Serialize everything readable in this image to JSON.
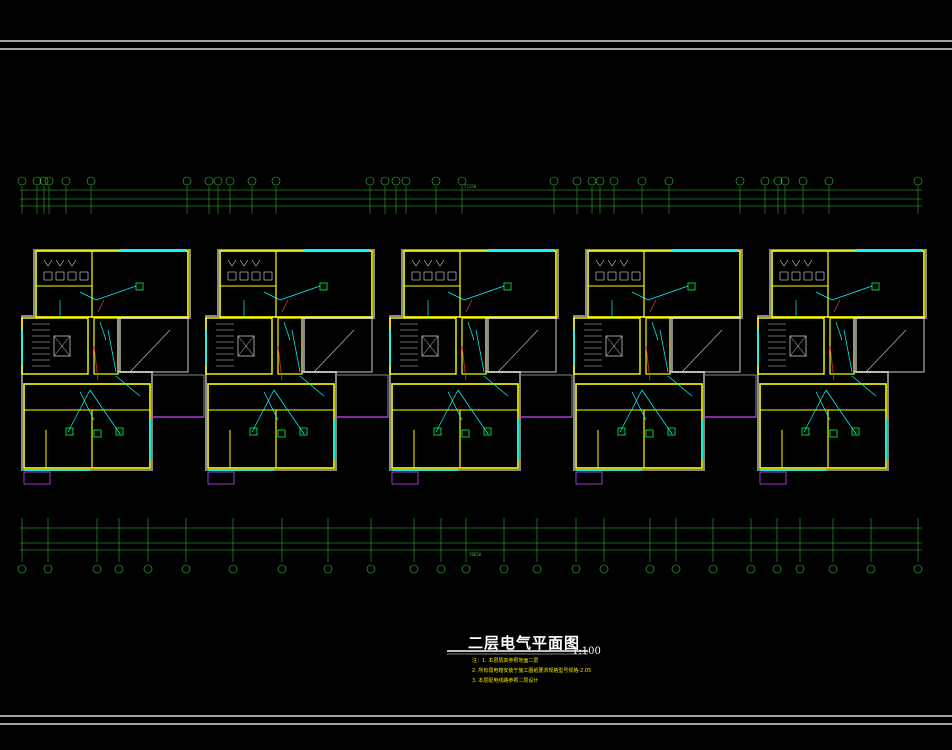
{
  "drawing": {
    "title": "二层电气平面图",
    "scale": "1:100",
    "notes": [
      "注：1. 本层层高参照地面二层",
      "2. 所有弱电箱安装于施工图纸要求规格型号规格-2.05",
      "3. 本层配电线路参照二层设计"
    ],
    "overall_top": "77250",
    "overall_bottom": "78650",
    "colors": {
      "background": "#000000",
      "walls": "#ffff00",
      "wiring": "#00ffff",
      "fixtures": "#00ff66",
      "dimensions": "#33cc33",
      "frame": "#ffffff",
      "annotation": "#ff3333",
      "tag": "#cc44ff"
    }
  }
}
